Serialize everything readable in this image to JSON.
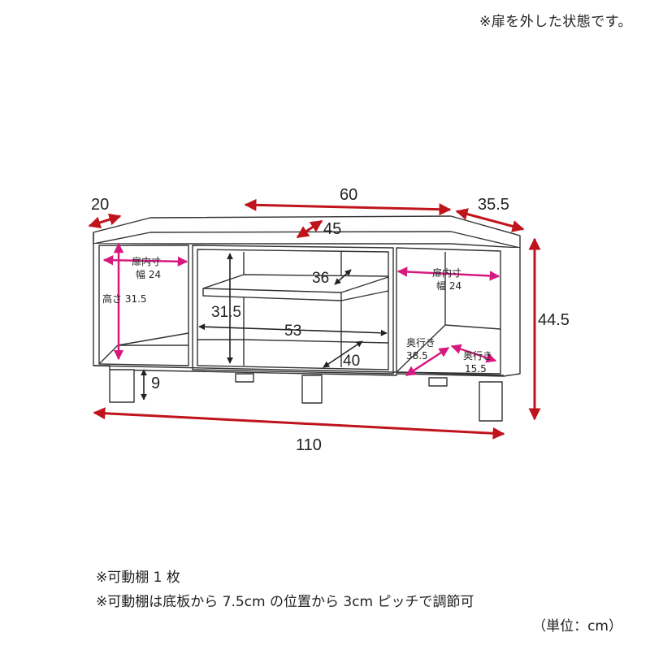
{
  "top_note": "※扉を外した状態です。",
  "dimensions": {
    "width_total": "110",
    "top_center_width": "60",
    "left_top_depth": "20",
    "right_top_depth": "35.5",
    "top_center_depth": "45",
    "height_total": "44.5",
    "leg_height": "9",
    "center_shelf_width": "36",
    "center_inner_width": "53",
    "center_inner_height": "31.5",
    "center_inner_depth": "40"
  },
  "left_labels": {
    "door_inner_1": "扉内寸",
    "door_inner_2": "幅 24",
    "height": "高さ 31.5"
  },
  "right_labels": {
    "door_inner_1": "扉内寸",
    "door_inner_2": "幅 24",
    "depth1_a": "奥行き",
    "depth1_b": "38.5",
    "depth2_a": "奥行き",
    "depth2_b": "15.5"
  },
  "bottom_notes": [
    "※可動棚 1 枚",
    "※可動棚は底板から 7.5cm の位置から 3cm ピッチで調節可"
  ],
  "unit_note": "（単位：cm）",
  "colors": {
    "arrow_red": "#c0141c",
    "arrow_magenta": "#d6197f",
    "line": "#333333"
  }
}
